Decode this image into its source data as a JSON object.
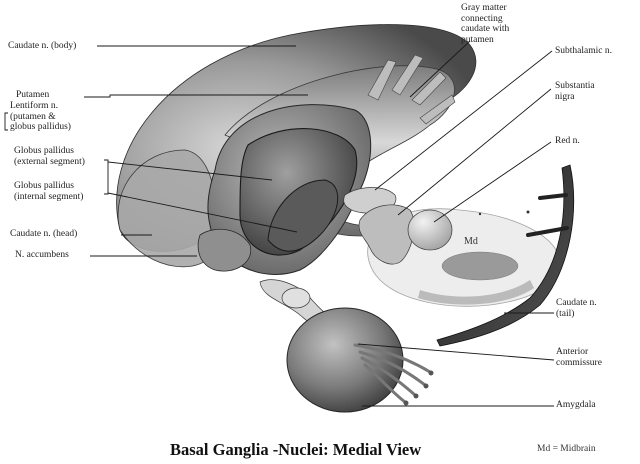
{
  "labels": {
    "gray_matter": [
      "Gray matter",
      "connecting",
      "caudate with",
      "putamen"
    ],
    "caudate_body": "Caudate n. (body)",
    "subthalamic": "Subthalamic n.",
    "putamen": "Putamen",
    "lentiform": [
      "Lentiform n.",
      "(putamen &",
      "globus pallidus)"
    ],
    "substantia_nigra": [
      "Substantia",
      "nigra"
    ],
    "red_n": "Red n.",
    "gp_external": [
      "Globus pallidus",
      "(external segment)"
    ],
    "gp_internal": [
      "Globus pallidus",
      "(internal segment)"
    ],
    "caudate_head": "Caudate n. (head)",
    "n_accumbens": "N. accumbens",
    "md": "Md",
    "caudate_tail": [
      "Caudate n.",
      "(tail)"
    ],
    "anterior_commissure": [
      "Anterior",
      "commissure"
    ],
    "amygdala": "Amygdala"
  },
  "caption": "Basal Ganglia -Nuclei: Medial View",
  "footnote": "Md = Midbrain"
}
